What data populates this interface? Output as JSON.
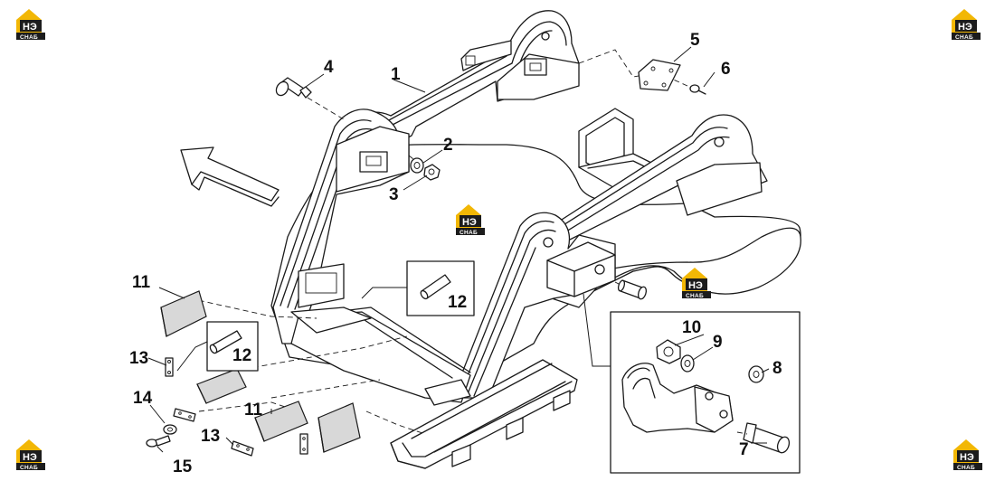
{
  "watermark": {
    "logo_top": "НЭ",
    "logo_bottom": "СНАБ",
    "colors": {
      "house": "#f2b705",
      "plate": "#1c1c1c"
    }
  },
  "callouts": [
    "1",
    "2",
    "3",
    "4",
    "5",
    "6",
    "7",
    "8",
    "9",
    "10",
    "11",
    "12",
    "12",
    "11",
    "13",
    "14",
    "13",
    "15"
  ],
  "colors": {
    "line": "#1a1a1a",
    "background": "#ffffff",
    "pad_fill": "#d8d8d8"
  }
}
